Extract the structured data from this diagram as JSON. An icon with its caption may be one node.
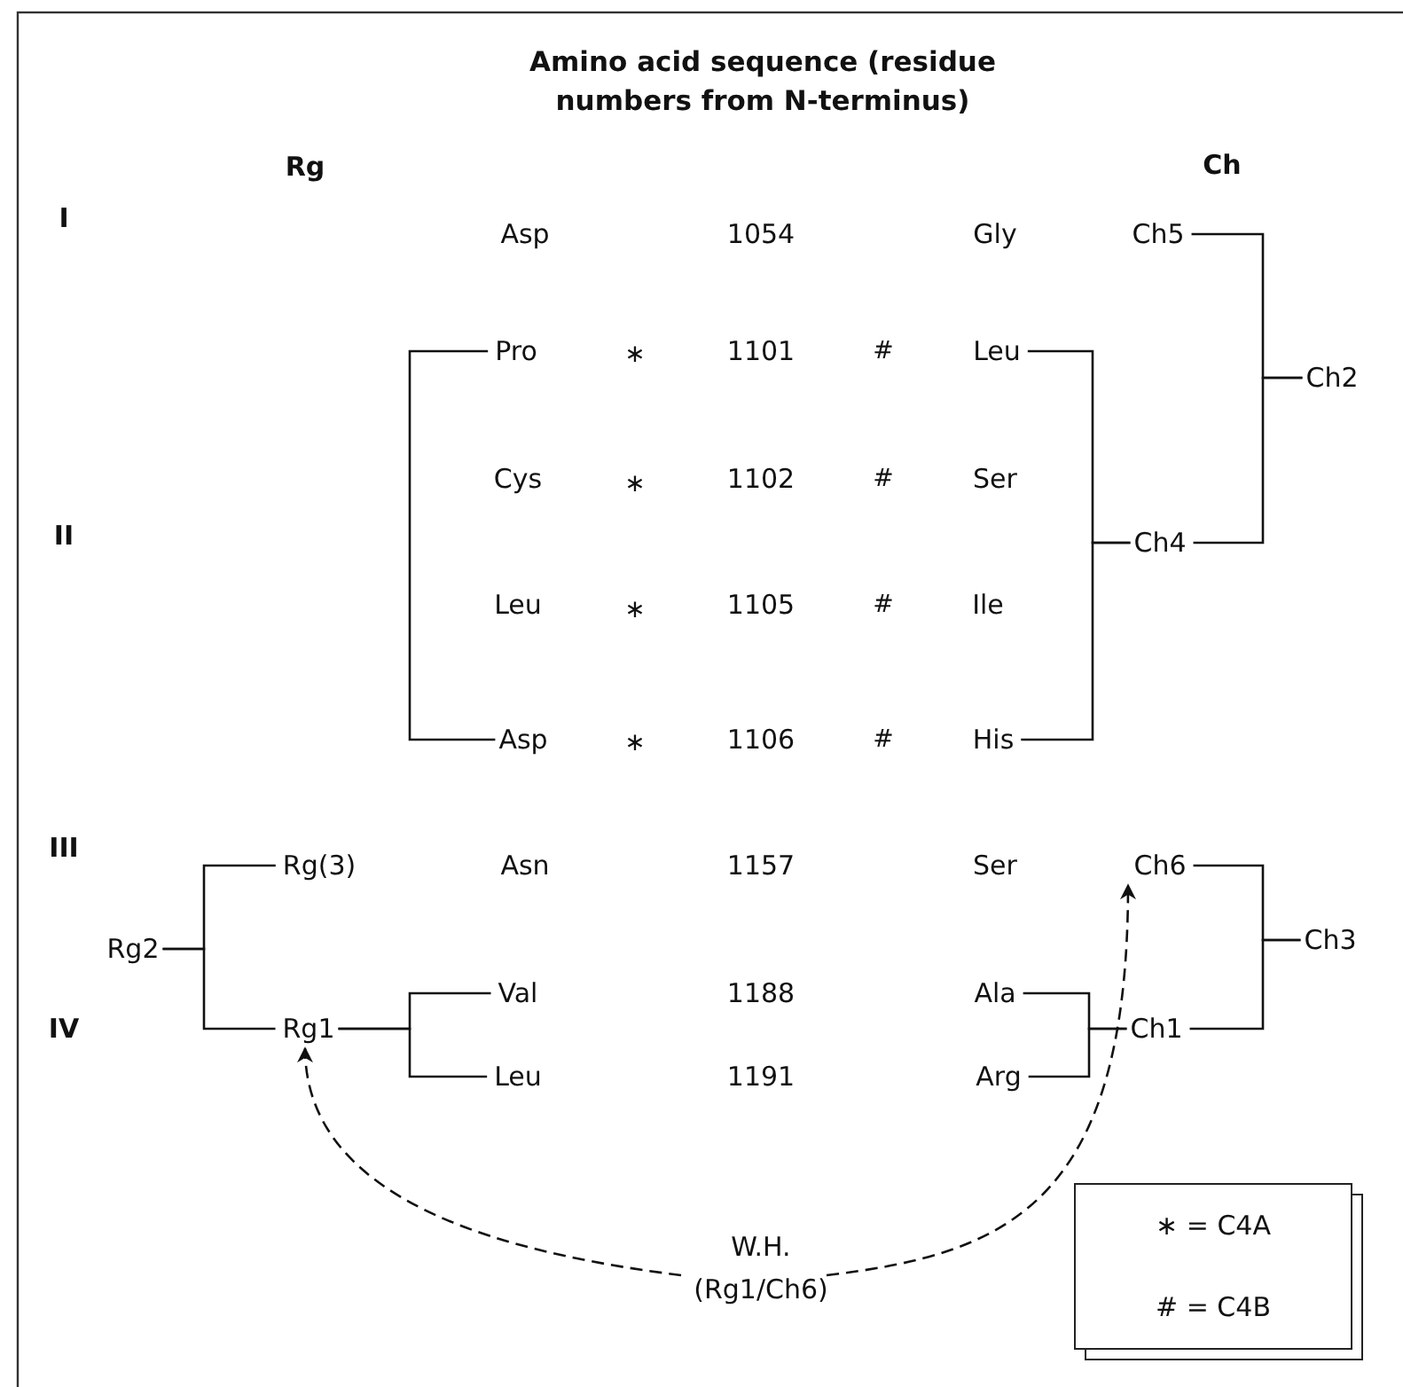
{
  "diagram": {
    "title": "Amino acid sequence (residue numbers from N-terminus)",
    "nodes": [
      {
        "text": [
          "Ch5"
        ]
      },
      {
        "text": [
          "Pro"
        ]
      },
      {
        "text": [
          "Leu"
        ]
      },
      {
        "text": [
          "Ch2"
        ]
      },
      {
        "text": [
          "Ch4"
        ]
      },
      {
        "text": [
          "Asp"
        ]
      },
      {
        "text": [
          "His"
        ]
      },
      {
        "text": [
          "Rg(3)"
        ]
      },
      {
        "text": [
          "Ch6"
        ]
      },
      {
        "text": [
          "Rg2"
        ]
      },
      {
        "text": [
          "Ch3"
        ]
      },
      {
        "text": [
          "Val"
        ]
      },
      {
        "text": [
          "Ala"
        ]
      },
      {
        "text": [
          "Rg1"
        ]
      },
      {
        "text": [
          "Ch1"
        ]
      },
      {
        "text": [
          "Leu"
        ]
      },
      {
        "text": [
          "Arg"
        ]
      },
      {
        "text": [
          "W.H. (Rg1/Ch6)"
        ]
      },
      {
        "text": [
          "∗ = C4A",
          "# = C4B"
        ]
      }
    ],
    "edges": [
      {
        "from": 0,
        "to": 3,
        "arrow": "none"
      },
      {
        "from": 4,
        "to": 3,
        "arrow": "none"
      },
      {
        "from": 2,
        "to": 4,
        "arrow": "none"
      },
      {
        "from": 6,
        "to": 4,
        "arrow": "none"
      },
      {
        "from": 1,
        "to": 5,
        "arrow": "none"
      },
      {
        "from": 7,
        "to": 9,
        "arrow": "none"
      },
      {
        "from": 13,
        "to": 9,
        "arrow": "none"
      },
      {
        "from": 8,
        "to": 10,
        "arrow": "none"
      },
      {
        "from": 14,
        "to": 10,
        "arrow": "none"
      },
      {
        "from": 11,
        "to": 13,
        "arrow": "none"
      },
      {
        "from": 15,
        "to": 13,
        "arrow": "none"
      },
      {
        "from": 12,
        "to": 14,
        "arrow": "none"
      },
      {
        "from": 16,
        "to": 14,
        "arrow": "none"
      },
      {
        "from": 17,
        "to": 13,
        "arrow": "to",
        "style": "dashed"
      },
      {
        "from": 17,
        "to": 8,
        "arrow": "to",
        "style": "dashed"
      }
    ],
    "labels": [
      "Rg",
      "Ch",
      "I",
      "Asp",
      "1054",
      "Gly",
      "∗",
      "1101",
      "#",
      "Cys",
      "∗",
      "1102",
      "#",
      "Ser",
      "II",
      "Leu",
      "∗",
      "1105",
      "#",
      "Ile",
      "∗",
      "1106",
      "#",
      "III",
      "Asn",
      "1157",
      "Ser",
      "1188",
      "IV",
      "1191"
    ]
  }
}
